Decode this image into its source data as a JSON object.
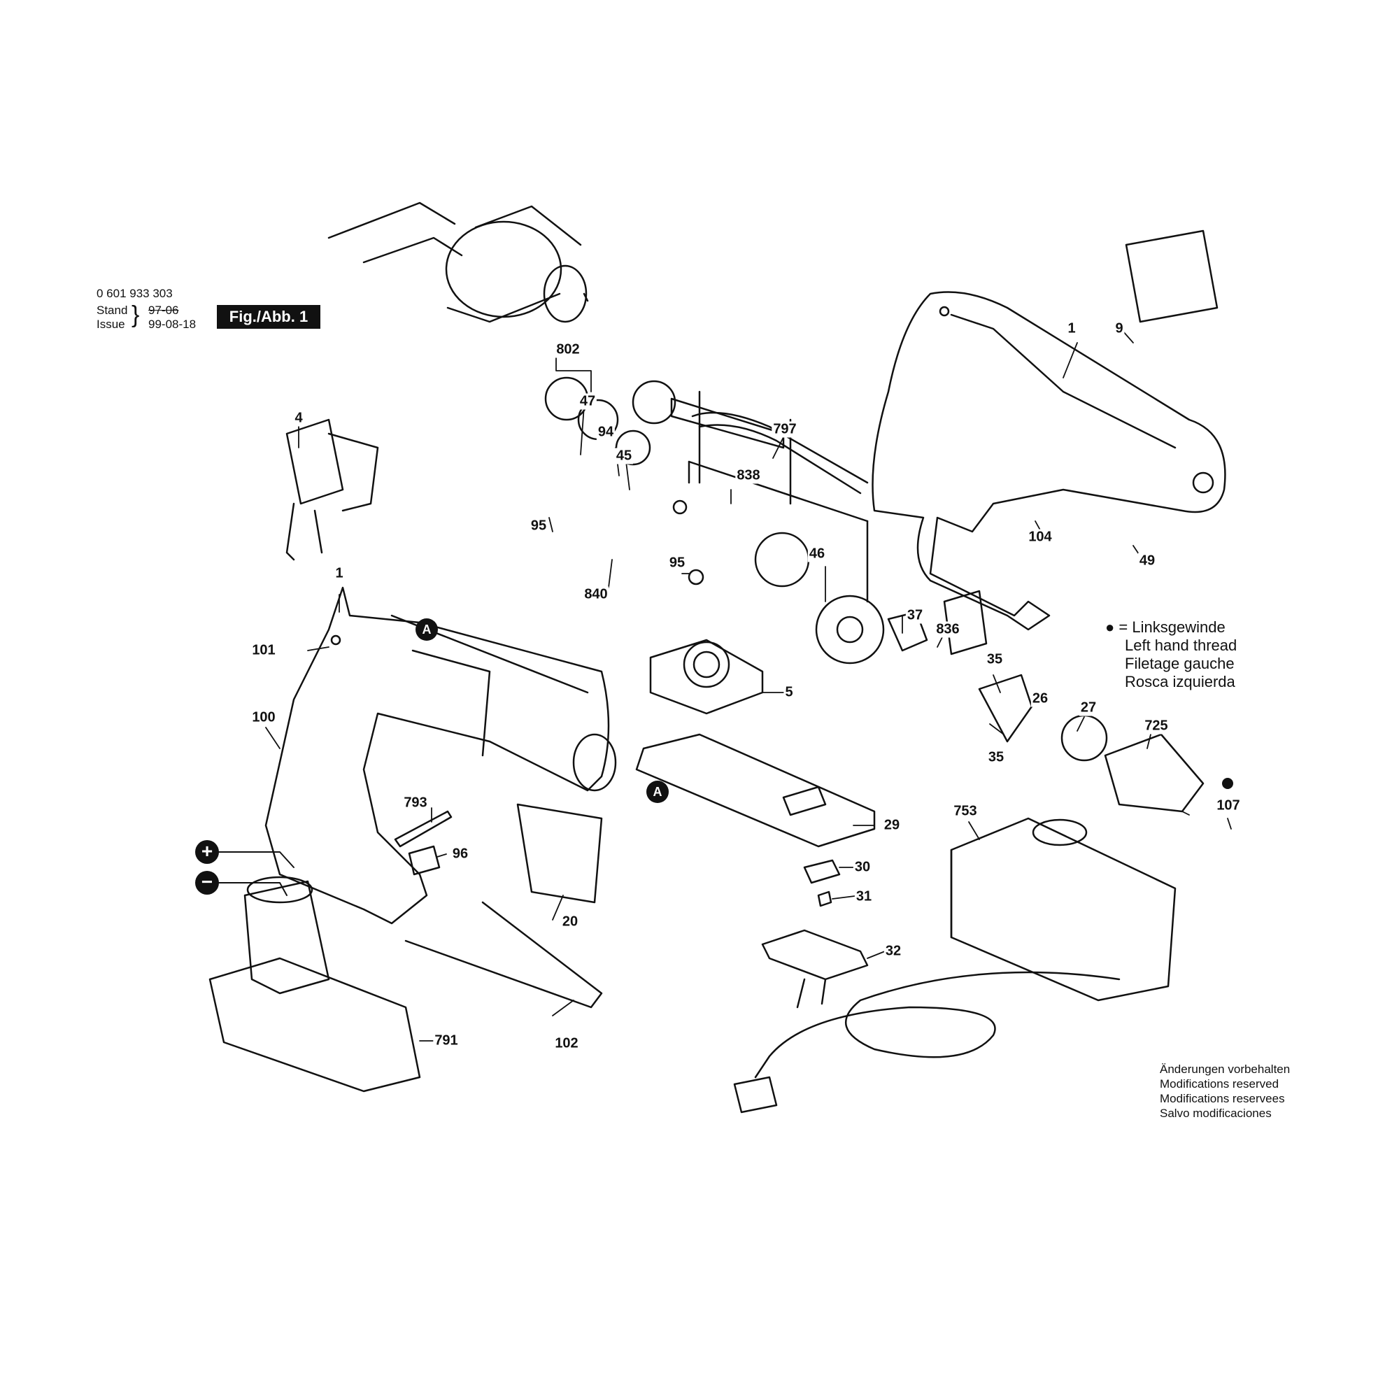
{
  "header": {
    "part_number": "0 601 933 303",
    "stand_label": "Stand",
    "stand_value": "97-06",
    "issue_label": "Issue",
    "issue_value": "99-08-18",
    "figure_label": "Fig./Abb. 1"
  },
  "legend": {
    "symbol": "●",
    "lines": [
      "= Linksgewinde",
      "Left hand thread",
      "Filetage gauche",
      "Rosca izquierda"
    ]
  },
  "notes": [
    "Änderungen vorbehalten",
    "Modifications reserved",
    "Modifications reservees",
    "Salvo modificaciones"
  ],
  "section_marker": "A",
  "polarity": {
    "plus": "+",
    "minus": "−"
  },
  "parts": [
    "802",
    "47",
    "94",
    "45",
    "4",
    "95",
    "840",
    "95",
    "797",
    "838",
    "46",
    "37",
    "836",
    "35",
    "26",
    "35",
    "27",
    "725",
    "107",
    "1",
    "9",
    "104",
    "49",
    "1",
    "101",
    "100",
    "5",
    "29",
    "793",
    "96",
    "20",
    "30",
    "31",
    "32",
    "791",
    "102",
    "753"
  ]
}
